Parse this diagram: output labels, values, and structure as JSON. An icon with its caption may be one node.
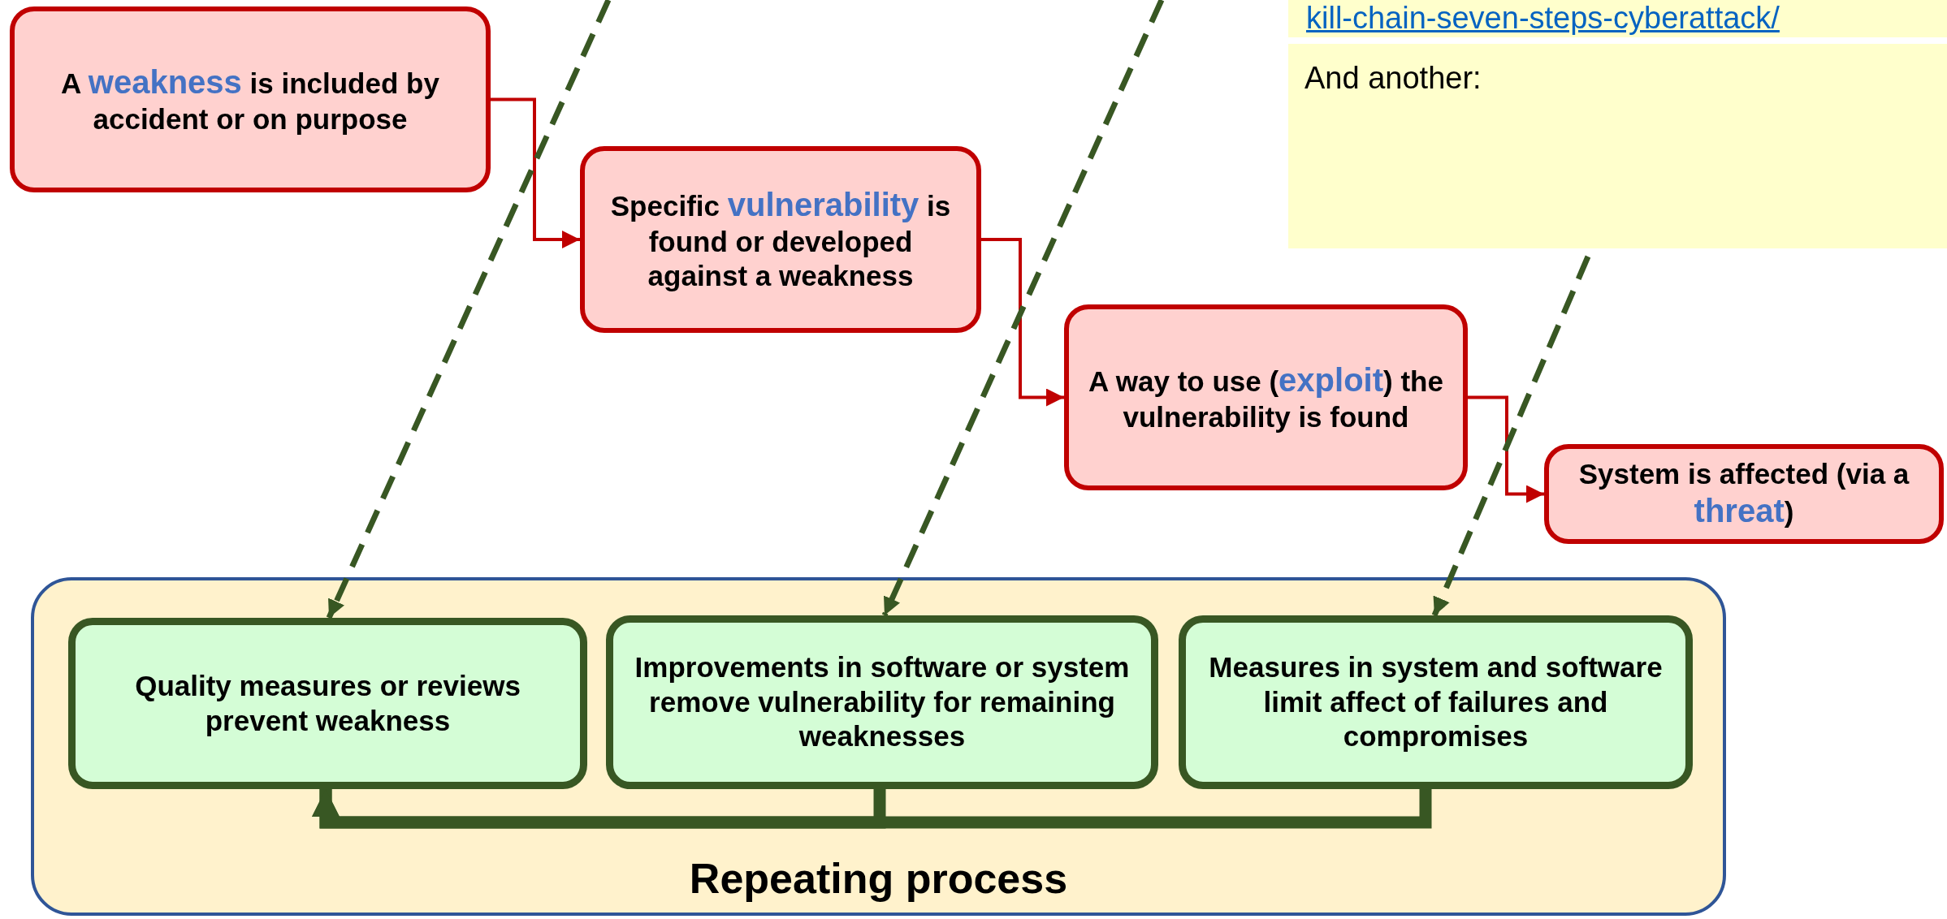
{
  "diagram": {
    "nodes": [
      {
        "text": [
          "A *weakness* is included by accident or on purpose"
        ]
      },
      {
        "text": [
          "Specific *vulnerability* is found or developed against a weakness"
        ]
      },
      {
        "text": [
          "A way to use (*exploit*) the vulnerability is found"
        ]
      },
      {
        "text": [
          "System is affected (via a *threat*)"
        ]
      },
      {
        "text": [
          "Repeating process"
        ]
      },
      {
        "text": [
          "Quality measures or reviews prevent weakness"
        ],
        "in": 4
      },
      {
        "text": [
          "Improvements in software or system remove vulnerability for remaining weaknesses"
        ],
        "in": 4
      },
      {
        "text": [
          "Measures in system and software limit affect of failures and compromises"
        ],
        "in": 4
      }
    ],
    "edges": [
      {
        "from": 0,
        "to": 1,
        "arrow": "to",
        "color": "#c00000"
      },
      {
        "from": 1,
        "to": 2,
        "arrow": "to",
        "color": "#c00000"
      },
      {
        "from": 2,
        "to": 3,
        "arrow": "to",
        "color": "#c00000"
      },
      {
        "from": null,
        "to": 5,
        "arrow": "to",
        "style": "dashed"
      },
      {
        "from": null,
        "to": 6,
        "arrow": "to",
        "style": "dashed"
      },
      {
        "from": null,
        "to": 7,
        "arrow": "to",
        "style": "dashed"
      },
      {
        "from": 6,
        "to": 5,
        "arrow": "to",
        "style": "thick"
      },
      {
        "from": 7,
        "to": 5,
        "arrow": "to",
        "style": "thick"
      }
    ],
    "labels": [
      "kill-chain-seven-steps-cyberattack/",
      "And another:"
    ]
  }
}
